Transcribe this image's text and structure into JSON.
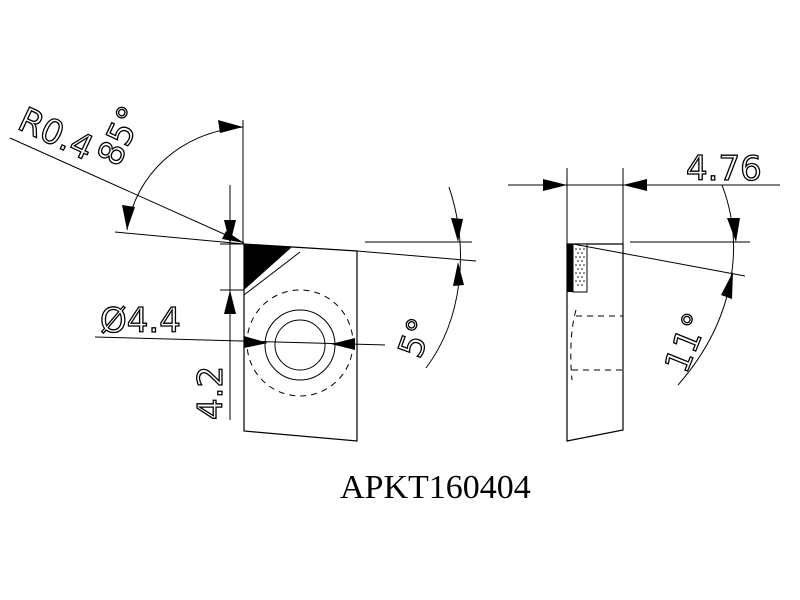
{
  "dimensions": {
    "radius": "R0.4",
    "angle_85": "85°",
    "angle_5": "5°",
    "hole_diameter": "Ø4.4",
    "height": "4.2",
    "thickness": "4.76",
    "angle_11": "11°"
  },
  "part_number": "APKT160404"
}
